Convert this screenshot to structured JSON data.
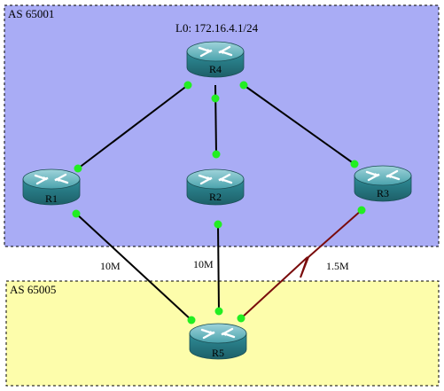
{
  "areas": [
    {
      "id": "as65001",
      "label": "AS 65001",
      "fill": "#a9acf5"
    },
    {
      "id": "as65005",
      "label": "AS 65005",
      "fill": "#fdfdab"
    }
  ],
  "loopback": {
    "label": "L0: 172.16.4.1/24"
  },
  "routers": [
    {
      "id": "r4",
      "label": "R4"
    },
    {
      "id": "r1",
      "label": "R1"
    },
    {
      "id": "r2",
      "label": "R2"
    },
    {
      "id": "r3",
      "label": "R3"
    },
    {
      "id": "r5",
      "label": "R5"
    }
  ],
  "links": [
    {
      "id": "r4-r1",
      "from": "R4",
      "to": "R1",
      "type": "ethernet",
      "label": ""
    },
    {
      "id": "r4-r2",
      "from": "R4",
      "to": "R2",
      "type": "ethernet",
      "label": ""
    },
    {
      "id": "r4-r3",
      "from": "R4",
      "to": "R3",
      "type": "ethernet",
      "label": ""
    },
    {
      "id": "r1-r5",
      "from": "R1",
      "to": "R5",
      "type": "ethernet",
      "label": "10M"
    },
    {
      "id": "r2-r5",
      "from": "R2",
      "to": "R5",
      "type": "ethernet",
      "label": "10M"
    },
    {
      "id": "r3-r5",
      "from": "R3",
      "to": "R5",
      "type": "serial",
      "label": "1.5M"
    }
  ],
  "colors": {
    "ethernet_link": "#000000",
    "serial_link": "#7a0c0c",
    "port_dot": "#22ee22",
    "router_body": "#2e8c96"
  }
}
